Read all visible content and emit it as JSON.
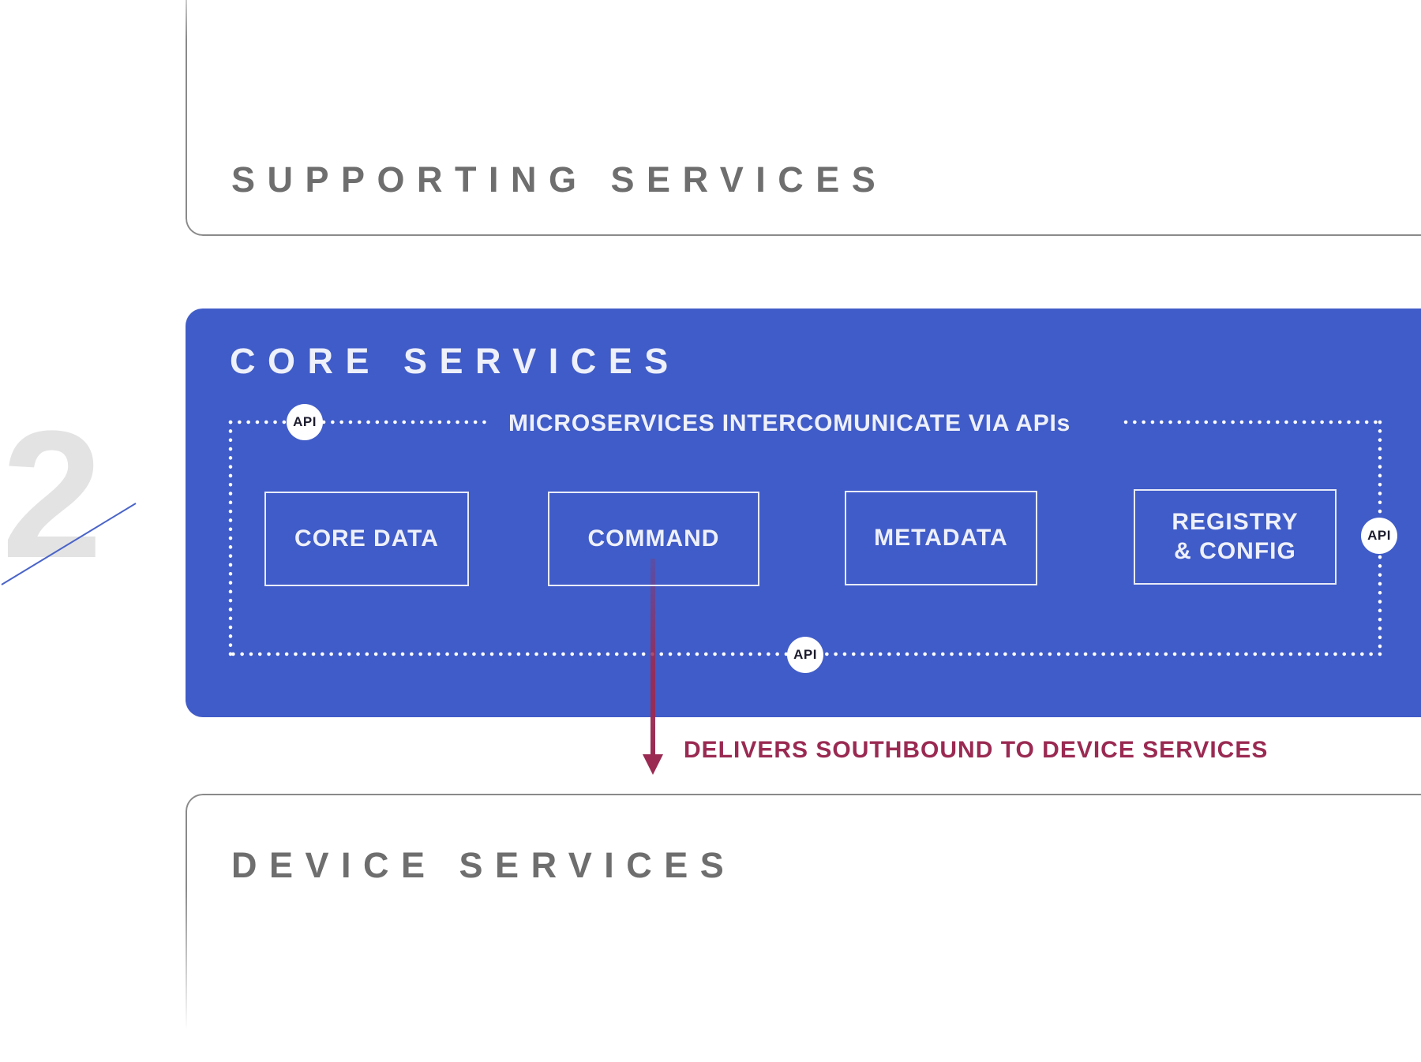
{
  "step": {
    "number": "2"
  },
  "supporting_services": {
    "title": "SUPPORTING SERVICES"
  },
  "core_services": {
    "title": "CORE SERVICES",
    "api_label": "MICROSERVICES INTERCOMUNICATE VIA APIs",
    "services": [
      {
        "lines": [
          "CORE DATA"
        ]
      },
      {
        "lines": [
          "COMMAND"
        ]
      },
      {
        "lines": [
          "METADATA"
        ]
      },
      {
        "lines": [
          "REGISTRY",
          "& CONFIG"
        ]
      }
    ],
    "api_badges": [
      "API",
      "API",
      "API"
    ]
  },
  "southbound": {
    "label": "DELIVERS SOUTHBOUND TO DEVICE SERVICES"
  },
  "device_services": {
    "title": "DEVICE SERVICES"
  },
  "colors": {
    "core_fill": "#405cc8",
    "outline": "#8a8a8a",
    "arrow": "#9a2a52",
    "step_number": "#e3e3e3",
    "step_line": "#4a64c8"
  }
}
